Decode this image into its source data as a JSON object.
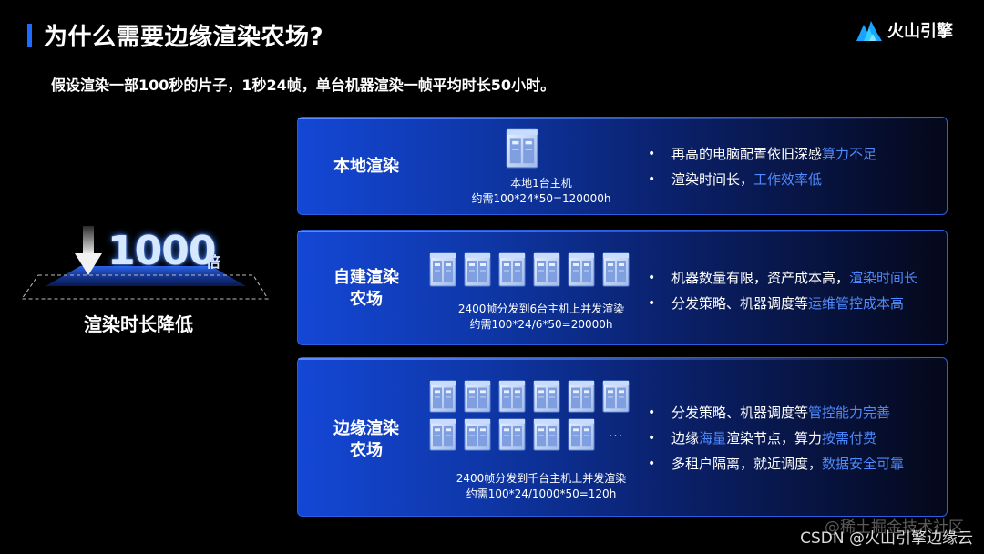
{
  "title": "为什么需要边缘渲染农场?",
  "subtitle": "假设渲染一部100秒的片子，1秒24帧，单台机器渲染一帧平均时长50小时。",
  "logo": {
    "icon": "volcano-engine-logo-icon",
    "text": "火山引擎"
  },
  "hero": {
    "number": "1000",
    "unit": "倍",
    "caption": "渲染时长降低",
    "icon": "down-arrow-icon"
  },
  "panels": [
    {
      "label_lines": [
        "本地渲染"
      ],
      "server_count": 1,
      "note_lines": [
        "本地1台主机",
        "约需100*24*50=120000h"
      ],
      "bullets": [
        {
          "text": "再高的电脑配置依旧深感",
          "highlight": "算力不足"
        },
        {
          "text": "渲染时间长，",
          "highlight": "工作效率低"
        }
      ]
    },
    {
      "label_lines": [
        "自建渲染",
        "农场"
      ],
      "server_count": 6,
      "note_lines": [
        "2400帧分发到6台主机上并发渲染",
        "约需100*24/6*50=20000h"
      ],
      "bullets": [
        {
          "text": "机器数量有限，资产成本高，",
          "highlight": "渲染时间长"
        },
        {
          "text": "分发策略、机器调度等",
          "highlight": "运维管控成本高"
        }
      ]
    },
    {
      "label_lines": [
        "边缘渲染",
        "农场"
      ],
      "server_count": 11,
      "ellipsis": "···",
      "note_lines": [
        "2400帧分发到千台主机上并发渲染",
        "约需100*24/1000*50=120h"
      ],
      "bullets": [
        {
          "pre": "分发策略、机器调度等",
          "hl": "管控能力完善",
          "post": ""
        },
        {
          "pre": "边缘",
          "hl": "海量",
          "post": "渲染节点，算力",
          "hl2": "按需付费"
        },
        {
          "pre": "多租户隔离，就近调度，",
          "hl": "数据安全可靠",
          "post": ""
        }
      ]
    }
  ],
  "watermark": {
    "line1": "@稀土掘金技术社区",
    "line2": "CSDN @火山引擎边缘云"
  },
  "colors": {
    "accent": "#1e6bff",
    "highlight": "#4f8bff",
    "background": "#000000"
  }
}
